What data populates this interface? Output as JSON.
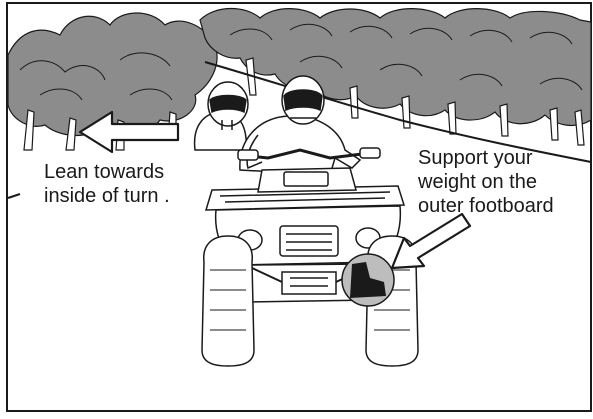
{
  "callouts": {
    "lean": {
      "line1": "Lean towards",
      "line2": "inside of turn ."
    },
    "support": {
      "line1": "Support your",
      "line2": "weight on the",
      "line3": "outer footboard"
    }
  },
  "colors": {
    "ink": "#1a1a1a",
    "foliage": "#8c8c8c",
    "foliage_dark": "#6e6e6e",
    "paper": "#ffffff",
    "tank_fill": "#bdbdbd"
  },
  "icons": {
    "lean_arrow": "arrow-left-outline-icon",
    "support_arrow": "arrow-down-left-outline-icon"
  }
}
